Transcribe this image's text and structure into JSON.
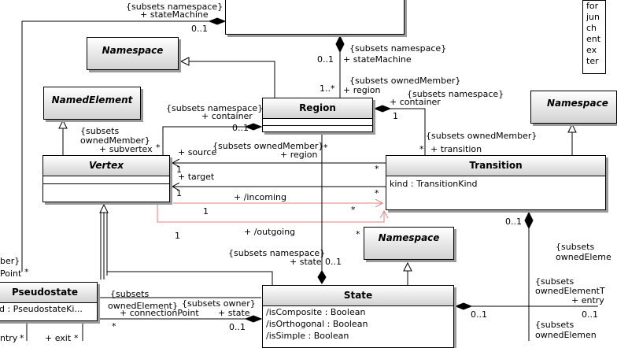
{
  "classes": {
    "namespace_top": "Namespace",
    "named_element": "NamedElement",
    "namespace_right": "Namespace",
    "region": "Region",
    "vertex": "Vertex",
    "transition": "Transition",
    "transition_attr": "kind : TransitionKind",
    "namespace_mid": "Namespace",
    "pseudostate": "Pseudostate",
    "pseudostate_attr": "d : PseudostateKi...",
    "state": "State",
    "state_attrs": [
      "/isComposite : Boolean",
      "/isOrthogonal : Boolean",
      "/isSimple : Boolean"
    ]
  },
  "literals": [
    "for",
    "jun",
    "ch",
    "ent",
    "ex",
    "ter"
  ],
  "labels": {
    "sm_top_subsets": "{subsets namespace}",
    "sm_top_role": "+ stateMachine",
    "sm_top_mult": "0..1",
    "sm_region_subsets": "{subsets namespace}",
    "sm_region_role": "+ stateMachine",
    "sm_region_mult": "0..1",
    "region_owned_subsets": "{subsets ownedMember}",
    "region_owned_role": "+ region",
    "region_owned_mult": "1..*",
    "region_cont_left_subsets": "{subsets namespace}",
    "region_cont_left_role": "+ container",
    "region_cont_left_mult": "0..1",
    "region_cont_right_subsets": "{subsets namespace}",
    "region_cont_right_role": "+ container",
    "region_cont_right_mult": "1",
    "subvertex_subsets1": "{subsets",
    "subvertex_subsets2": "ownedMember}",
    "subvertex_role": "+ subvertex",
    "subvertex_mult": "*",
    "source_role": "+ source",
    "source_mult": "1",
    "target_role": "+ target",
    "target_mult": "1",
    "trans_region_subsets": "{subsets ownedMember}",
    "trans_region_role": "+ region",
    "trans_star1": "*",
    "trans_star2": "*",
    "trans_owned_subsets": "{subsets ownedMember}",
    "trans_owned_role": "+ transition",
    "trans_owned_mult": "*",
    "incoming_role": "+ /incoming",
    "incoming_mult_left": "1",
    "incoming_mult_right": "*",
    "outgoing_role": "+ /outgoing",
    "outgoing_mult_left": "1",
    "outgoing_mult_right": "*",
    "region_star": "*",
    "state_region_subsets": "{subsets namespace}",
    "state_region_role": "+ state",
    "state_region_mult": "0..1",
    "trans_bottom_mult": "0..1",
    "ps_left_1": "ber}",
    "ps_left_2": "Point",
    "ps_left_star": "*",
    "ps_subsets": "{subsets",
    "ps_owned": "ownedElement}",
    "ps_conn_role": "+ connectionPoint",
    "ps_conn_mult": "*",
    "owner_subsets": "{subsets owner}",
    "owner_role": "+ state",
    "owner_mult": "0..1",
    "ps_bottom_left": "ntry",
    "ps_bottom_star1": "*",
    "ps_exit": "+ exit",
    "ps_bottom_star2": "*",
    "right_subsets1": "{subsets",
    "right_owned1": "ownedEleme",
    "right_subsets2": "{subsets",
    "right_owned2": "ownedElementT",
    "right_entry": "+ entry",
    "right_mult_01a": "0..1",
    "right_mult_01b": "0..1",
    "right_subsets3": "{subsets",
    "right_owned3": "ownedElemen"
  }
}
